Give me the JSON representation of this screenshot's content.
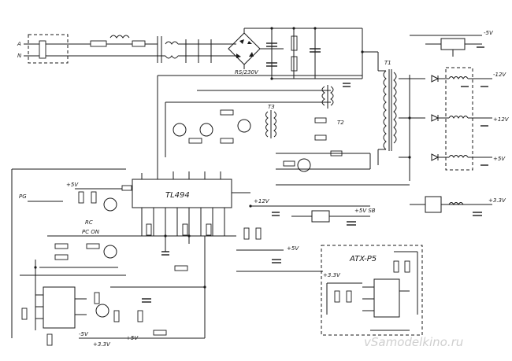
{
  "colors": {
    "ink": "#1a1a1a",
    "background": "#ffffff",
    "watermark": "#cfcfcf"
  },
  "labels": {
    "tl494": "TL494",
    "atx_p5": "ATX-P5",
    "t1": "T1",
    "t2": "T2",
    "t3": "T3",
    "pg": "PG",
    "pc_on": "PC ON",
    "rc": "RC",
    "mains_a": "A",
    "mains_n": "N",
    "bridge": "RS/230V",
    "supply_5v_sb": "+5V SB",
    "supply_12v_aux": "+12V",
    "supply_5v_aux": "+5V",
    "supply_3v3_atx": "+3.3V",
    "supply_5v_left": "+5V",
    "out_neg5": "-5V",
    "out_neg12": "-12V",
    "out_pos12": "+12V",
    "out_pos5": "+5V",
    "out_pos3v3": "+3.3V",
    "bottom_neg5": "-5V",
    "bottom_3v3": "+3.3V",
    "bottom_pos5": "+5V"
  },
  "watermark": "vSamodelkino.ru"
}
